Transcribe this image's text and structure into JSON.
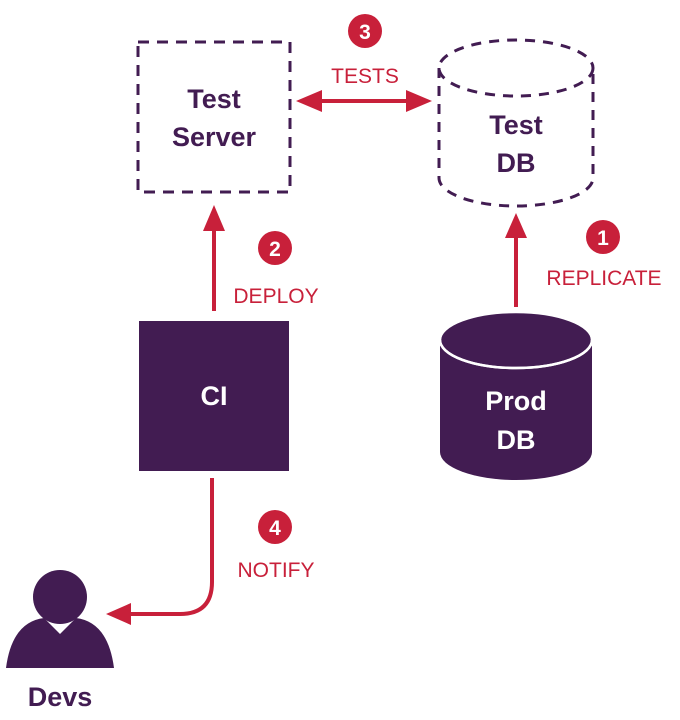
{
  "colors": {
    "purple": "#421c52",
    "red": "#c8203a",
    "white": "#ffffff"
  },
  "nodes": {
    "test_server": {
      "line1": "Test",
      "line2": "Server",
      "style": "dashed",
      "shape": "box"
    },
    "test_db": {
      "line1": "Test",
      "line2": "DB",
      "style": "dashed",
      "shape": "cylinder"
    },
    "prod_db": {
      "line1": "Prod",
      "line2": "DB",
      "style": "filled",
      "shape": "cylinder"
    },
    "ci": {
      "label": "CI",
      "style": "filled",
      "shape": "box"
    },
    "devs": {
      "label": "Devs",
      "shape": "person-icon"
    }
  },
  "edges": [
    {
      "id": "replicate",
      "step": "1",
      "label": "REPLICATE",
      "from": "Prod DB",
      "to": "Test DB"
    },
    {
      "id": "deploy",
      "step": "2",
      "label": "DEPLOY",
      "from": "CI",
      "to": "Test Server"
    },
    {
      "id": "tests",
      "step": "3",
      "label": "TESTS",
      "from": "Test Server",
      "to": "Test DB",
      "bidirectional": true
    },
    {
      "id": "notify",
      "step": "4",
      "label": "NOTIFY",
      "from": "CI",
      "to": "Devs"
    }
  ]
}
